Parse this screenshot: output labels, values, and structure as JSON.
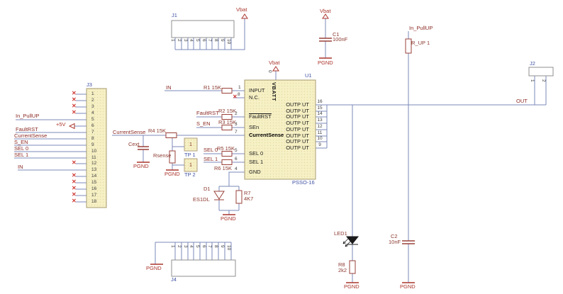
{
  "colors": {
    "wire": "#7b89b8",
    "component_outline": "#9a4038",
    "power_red": "#aa352c",
    "net_label": "#8b2a24",
    "designator_blue": "#3f51a3",
    "part_fill_yellow": "#f6f0c5",
    "no_connect_red": "#cf3a35",
    "led_black": "#1a1a1a"
  },
  "icons": {
    "no_connect_x": "✕",
    "power_bar": "ground-bar",
    "vbat_arrow": "up-triangle",
    "p5v_arrow": "left-triangle"
  },
  "nets": {
    "vbat": "Vbat",
    "pgnd": "PGND",
    "p5v": "+5V",
    "in_pullup": "In_PullUP",
    "faultrst": "FaultRST",
    "currentsense": "CurrentSense",
    "s_en": "S_EN",
    "sel0": "SEL 0",
    "sel1": "SEL 1",
    "in": "IN",
    "out": "OUT"
  },
  "connectors": {
    "j1": {
      "ref": "J1",
      "pins": [
        "1",
        "2",
        "3",
        "4",
        "5",
        "6",
        "7",
        "8",
        "9",
        "10"
      ]
    },
    "j2": {
      "ref": "J2",
      "pins": [
        "1",
        "2"
      ]
    },
    "j3": {
      "ref": "J3",
      "pins": [
        "1",
        "2",
        "3",
        "4",
        "5",
        "6",
        "7",
        "8",
        "9",
        "10",
        "11",
        "12",
        "13",
        "14",
        "15",
        "16",
        "17",
        "18"
      ]
    },
    "j4": {
      "ref": "J4",
      "pins": [
        "1",
        "2",
        "3",
        "4",
        "5",
        "6",
        "7",
        "8",
        "9",
        "10"
      ]
    }
  },
  "ic": {
    "ref": "U1",
    "package": "PSSO-16",
    "top_pin_number": "0",
    "top_pin_name": "VBATT",
    "left_pins": [
      {
        "n": "1",
        "name": "INPUT"
      },
      {
        "n": "8",
        "name": "N.C."
      },
      {
        "n": "2",
        "name": "FaultRST"
      },
      {
        "n": "3",
        "name": "SEn"
      },
      {
        "n": "7",
        "name": "CurrentSense"
      },
      {
        "n": "5",
        "name": "SEL 0"
      },
      {
        "n": "6",
        "name": "SEL 1"
      },
      {
        "n": "4",
        "name": "GND"
      }
    ],
    "right_pin_name": "OUTP UT",
    "right_pin_numbers": [
      "16",
      "15",
      "14",
      "13",
      "12",
      "11",
      "10",
      "9"
    ]
  },
  "parts": {
    "r1": "R1 15K",
    "r2": "R2 15K",
    "r3": "R3 15K",
    "r4": "R4 15K",
    "r5": "R5 15K",
    "r6": "R6 15K",
    "r_up": "R_UP 1",
    "r7_ref": "R7",
    "r7_val": "4K7",
    "r8_ref": "R8",
    "r8_val": "2k2",
    "rsense": "Rsense",
    "cext": "Cext",
    "c1_ref": "C1",
    "c1_val": "100nF",
    "c2_ref": "C2",
    "c2_val": "10nF",
    "d1_ref": "D1",
    "d1_val": "ES1DL",
    "led1": "LED1",
    "tp1": "TP 1",
    "tp2": "TP 2",
    "tp_pad": "1"
  }
}
